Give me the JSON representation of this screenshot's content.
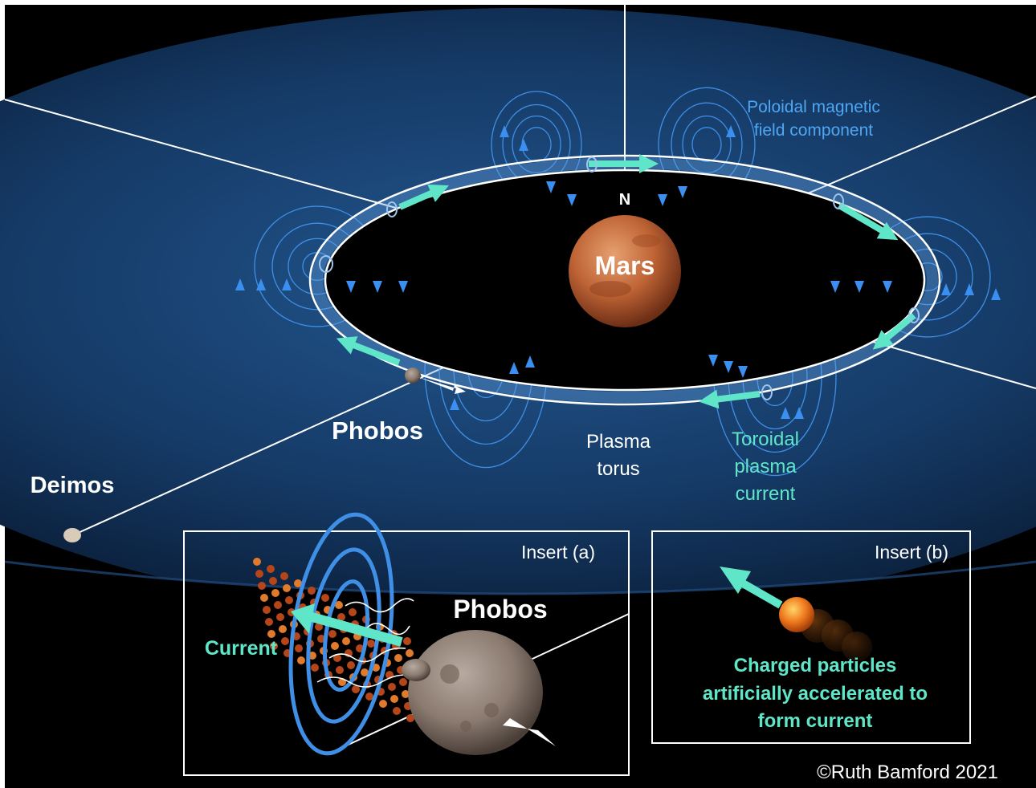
{
  "labels": {
    "north": "N",
    "mars": "Mars",
    "phobos_main": "Phobos",
    "deimos": "Deimos",
    "plasma_torus_line1": "Plasma",
    "plasma_torus_line2": "torus",
    "toroidal_line1": "Toroidal",
    "toroidal_line2": "plasma",
    "toroidal_line3": "current",
    "poloidal_line1": "Poloidal magnetic",
    "poloidal_line2": "field component"
  },
  "insert_a": {
    "title": "Insert (a)",
    "phobos": "Phobos",
    "current": "Current"
  },
  "insert_b": {
    "title": "Insert (b)",
    "caption_line1": "Charged  particles",
    "caption_line2": "artificially accelerated to",
    "caption_line3": "form current"
  },
  "copyright": "©Ruth Bamford 2021",
  "colors": {
    "space_glow": "#1f4f86",
    "space_dark": "#000000",
    "field_lines": "#3f8fe6",
    "current_arrows": "#5fe6c8",
    "mars": "#c46a3c",
    "label_white": "#ffffff"
  }
}
